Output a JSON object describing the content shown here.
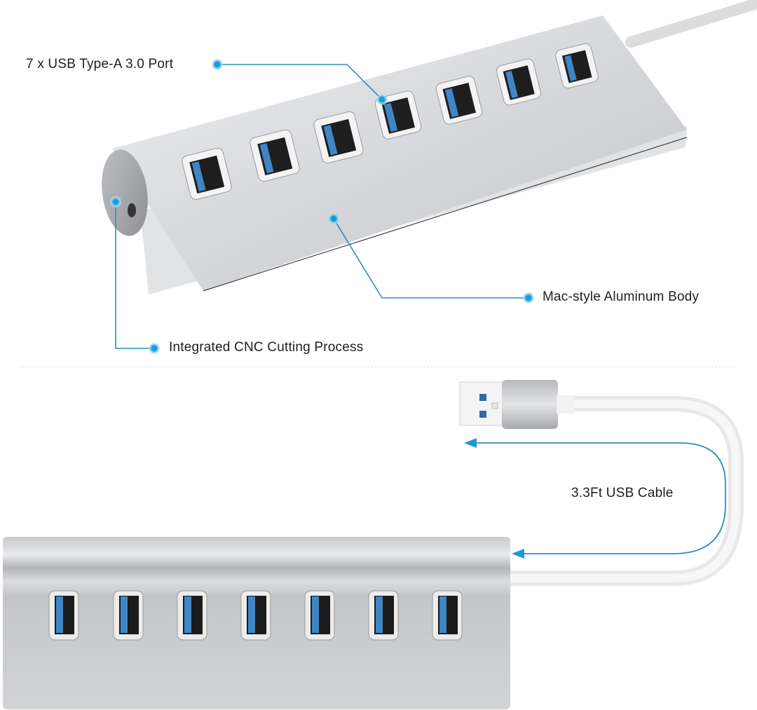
{
  "features": {
    "ports": "7 x USB Type-A 3.0 Port",
    "body": "Mac-style Aluminum Body",
    "cnc": "Integrated CNC Cutting Process",
    "cable": "3.3Ft USB Cable"
  },
  "product": {
    "port_count": 7,
    "port_type": "USB Type-A 3.0",
    "cable_length": "3.3Ft"
  },
  "colors": {
    "accent": "#1a9ad6",
    "callout_line": "#2b8fbf",
    "aluminum": "#c9cbcf",
    "port_blue": "#3f86c4",
    "text": "#1f1f1f"
  }
}
